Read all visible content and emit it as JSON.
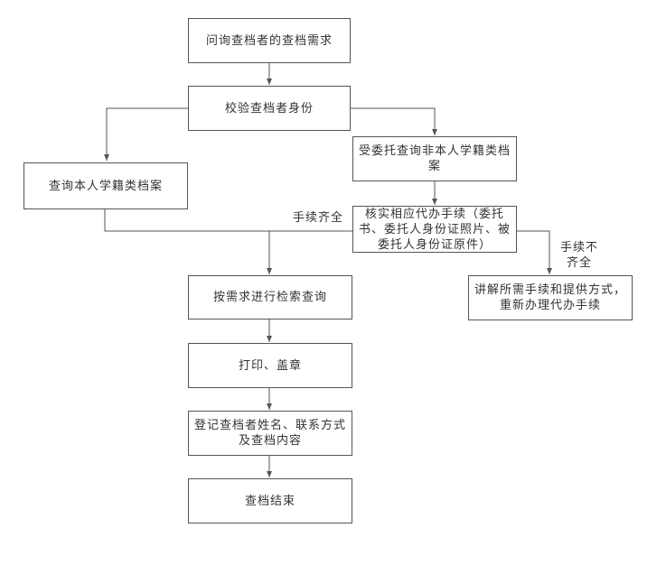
{
  "nodes": {
    "ask_needs": "问询查档者的查档需求",
    "verify_identity": "校验查档者身份",
    "query_self": "查询本人学籍类档案",
    "entrusted_query": "受委托查询非本人学籍类档案",
    "check_procedures": "核实相应代办手续（委托书、委托人身份证照片、被委托人身份证原件）",
    "explain_procedures": "讲解所需手续和提供方式，重新办理代办手续",
    "search_by_needs": "按需求进行检索查询",
    "print_stamp": "打印、盖章",
    "register": "登记查档者姓名、联系方式及查档内容",
    "end": "查档结束"
  },
  "edge_labels": {
    "complete": "手续齐全",
    "incomplete": "手续不齐全"
  },
  "colors": {
    "line": "#555555",
    "border": "#555555",
    "text": "#333333"
  }
}
